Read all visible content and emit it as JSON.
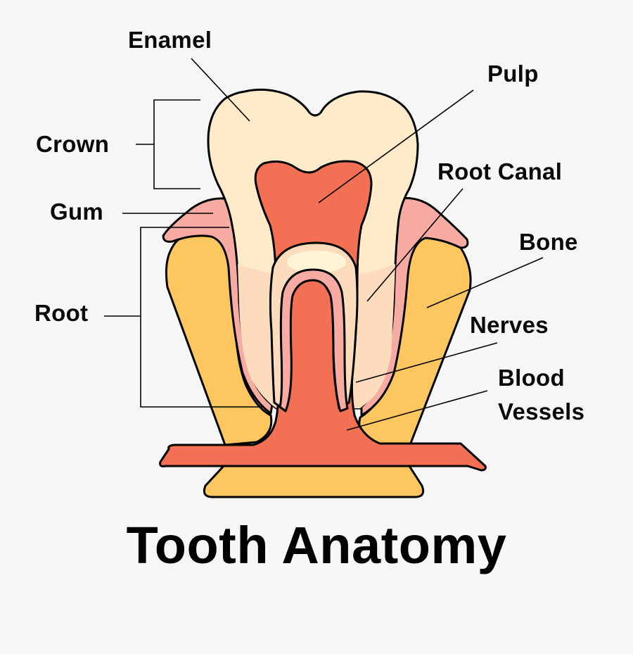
{
  "title": "Tooth Anatomy",
  "labels": {
    "enamel": "Enamel",
    "pulp": "Pulp",
    "crown": "Crown",
    "root_canal": "Root Canal",
    "gum": "Gum",
    "bone": "Bone",
    "root": "Root",
    "nerves": "Nerves",
    "blood_vessels_line1": "Blood",
    "blood_vessels_line2": "Vessels"
  },
  "colors": {
    "background": "#f6f6f6",
    "enamel": "#ffebc9",
    "dentin": "#fddcbd",
    "pulp": "#f37055",
    "gum": "#f8aba3",
    "bone": "#fec65f",
    "outline": "#000000"
  }
}
